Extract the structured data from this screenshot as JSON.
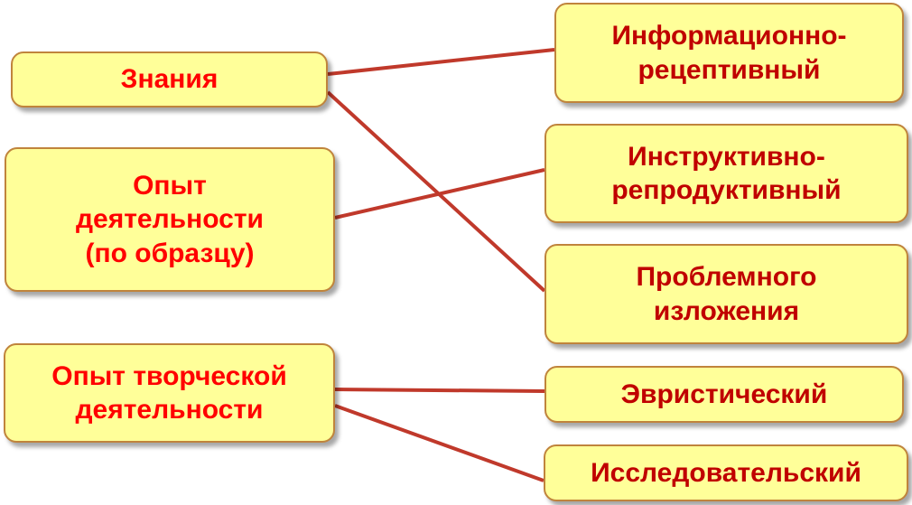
{
  "diagram": {
    "left_nodes": [
      {
        "id": "knowledge",
        "label": "Знания"
      },
      {
        "id": "experience",
        "label": "Опыт\nдеятельности\n(по образцу)"
      },
      {
        "id": "creative",
        "label": "Опыт творческой\nдеятельности"
      }
    ],
    "right_nodes": [
      {
        "id": "info",
        "label": "Информационно-\nрецептивный"
      },
      {
        "id": "instr",
        "label": "Инструктивно-\nрепродуктивный"
      },
      {
        "id": "problem",
        "label": "Проблемного\nизложения"
      },
      {
        "id": "heur",
        "label": "Эвристический"
      },
      {
        "id": "research",
        "label": "Исследовательский"
      }
    ],
    "connections": [
      {
        "from": "knowledge",
        "to": "info"
      },
      {
        "from": "knowledge",
        "to": "problem"
      },
      {
        "from": "experience",
        "to": "instr"
      },
      {
        "from": "creative",
        "to": "heur"
      },
      {
        "from": "creative",
        "to": "research"
      }
    ],
    "colors": {
      "box_fill": "#ffff99",
      "box_border": "#c0843c",
      "left_text": "#ff0000",
      "right_text": "#c00000",
      "connector": "#c0392b"
    }
  }
}
